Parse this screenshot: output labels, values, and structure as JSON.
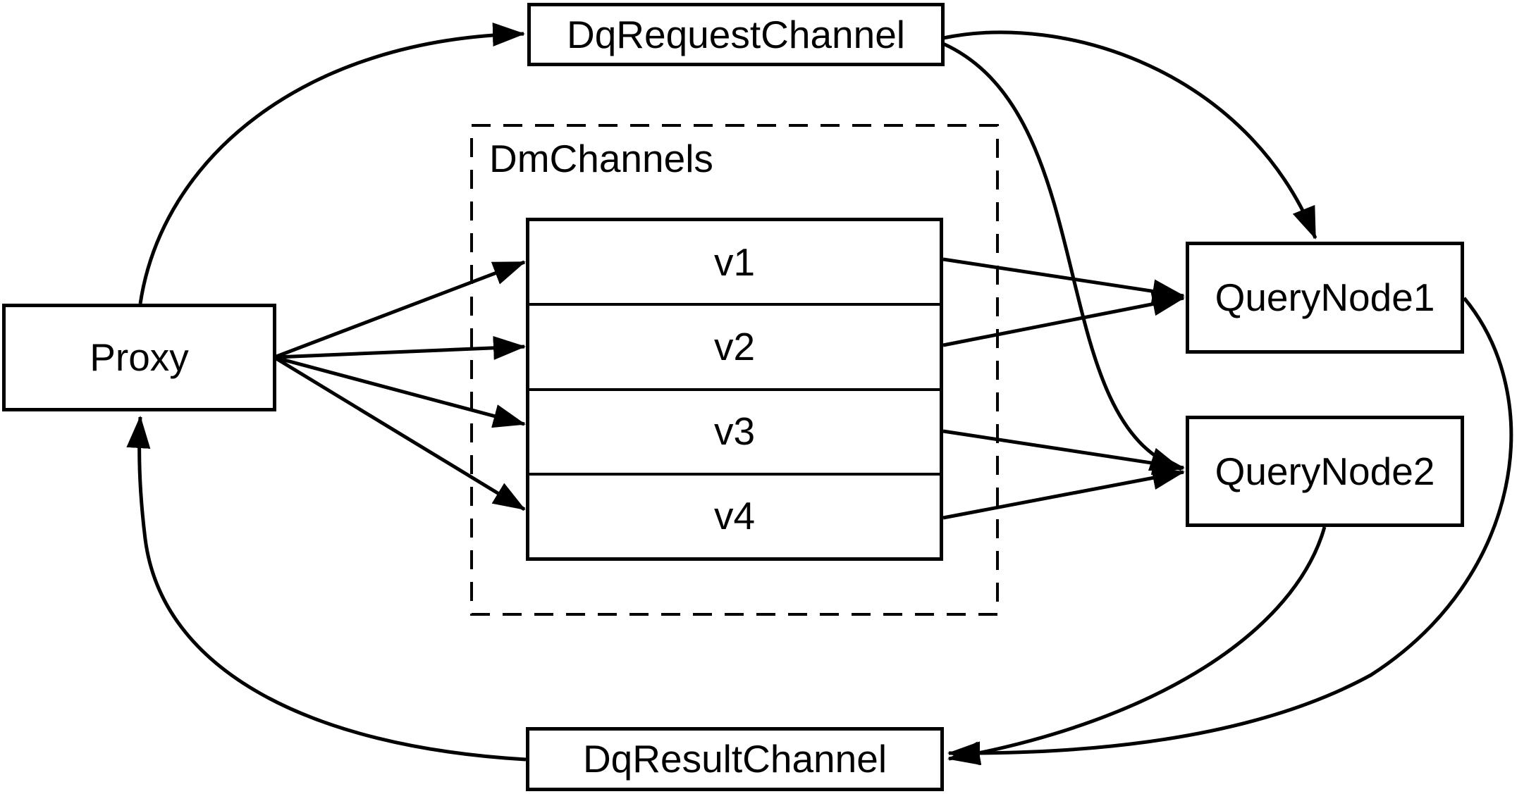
{
  "diagram": {
    "colors": {
      "background": "#ffffff",
      "stroke": "#000000",
      "text": "#000000"
    },
    "nodes": {
      "proxy": {
        "label": "Proxy"
      },
      "dq_request_channel": {
        "label": "DqRequestChannel"
      },
      "dm_channels": {
        "label": "DmChannels"
      },
      "channels": [
        {
          "label": "v1"
        },
        {
          "label": "v2"
        },
        {
          "label": "v3"
        },
        {
          "label": "v4"
        }
      ],
      "query_node_1": {
        "label": "QueryNode1"
      },
      "query_node_2": {
        "label": "QueryNode2"
      },
      "dq_result_channel": {
        "label": "DqResultChannel"
      }
    },
    "edges": [
      {
        "from": "Proxy",
        "to": "DqRequestChannel"
      },
      {
        "from": "DqRequestChannel",
        "to": "QueryNode1"
      },
      {
        "from": "DqRequestChannel",
        "to": "QueryNode2"
      },
      {
        "from": "Proxy",
        "to": "v1"
      },
      {
        "from": "Proxy",
        "to": "v2"
      },
      {
        "from": "Proxy",
        "to": "v3"
      },
      {
        "from": "Proxy",
        "to": "v4"
      },
      {
        "from": "v1",
        "to": "QueryNode1"
      },
      {
        "from": "v2",
        "to": "QueryNode1"
      },
      {
        "from": "v3",
        "to": "QueryNode2"
      },
      {
        "from": "v4",
        "to": "QueryNode2"
      },
      {
        "from": "QueryNode1",
        "to": "DqResultChannel"
      },
      {
        "from": "QueryNode2",
        "to": "DqResultChannel"
      },
      {
        "from": "DqResultChannel",
        "to": "Proxy"
      }
    ]
  }
}
